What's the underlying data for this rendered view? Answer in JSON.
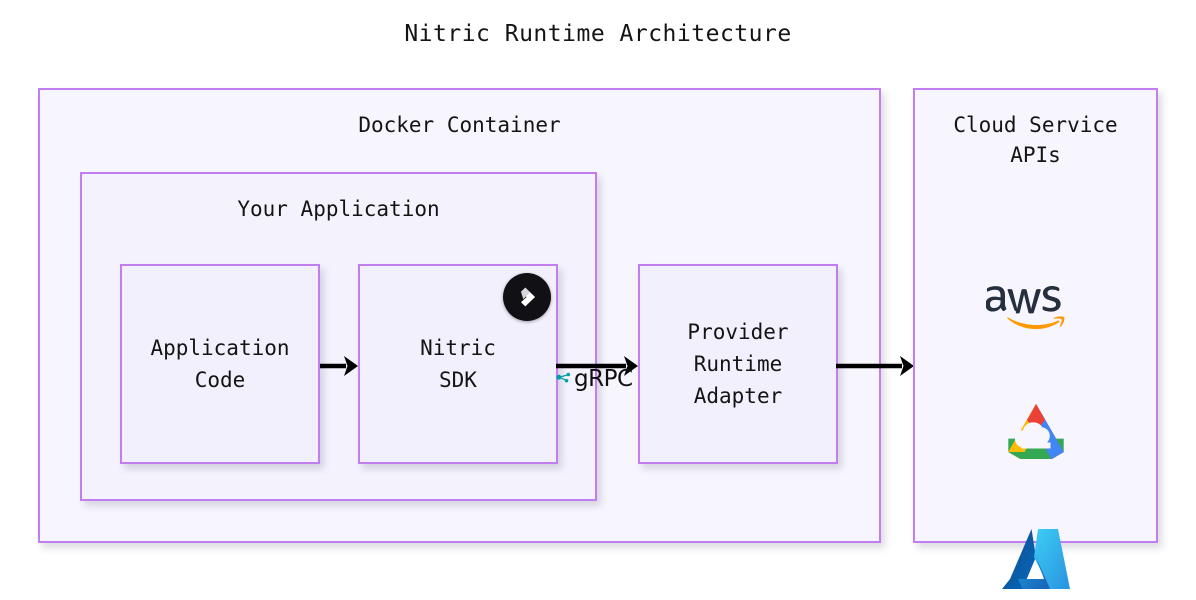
{
  "title": "Nitric Runtime Architecture",
  "docker_container": {
    "label": "Docker Container",
    "border_color": "#c07ef0",
    "fill_color": "#f7f6fe"
  },
  "your_application": {
    "label": "Your Application",
    "border_color": "#c07ef0",
    "fill_color": "#f4f3fd"
  },
  "boxes": [
    {
      "id": "application-code",
      "label": "Application\nCode"
    },
    {
      "id": "nitric-sdk",
      "label": "Nitric\nSDK",
      "badge_icon": "nitric-logo-icon"
    },
    {
      "id": "provider-runtime-adapter",
      "label": "Provider\nRuntime\nAdapter"
    }
  ],
  "connections": [
    {
      "id": "code-to-sdk",
      "label": "",
      "icon": "arrow-right-icon"
    },
    {
      "id": "sdk-to-adapter",
      "label": "gRPC",
      "icon": "arrow-right-icon",
      "badge_icon": "grpc-logo-icon"
    },
    {
      "id": "adapter-to-cloud",
      "label": "",
      "icon": "arrow-right-icon"
    }
  ],
  "grpc": {
    "label": "gRPC",
    "logo_color": "#00a0a6"
  },
  "cloud_service_apis": {
    "label": "Cloud Service\nAPIs",
    "logos": [
      {
        "id": "aws",
        "name": "aws-logo-icon",
        "text": "aws",
        "text_color": "#252f3e",
        "accent_color": "#ff9900"
      },
      {
        "id": "google-cloud",
        "name": "google-cloud-logo-icon",
        "colors": [
          "#ea4335",
          "#4285f4",
          "#34a853",
          "#fbbc05"
        ]
      },
      {
        "id": "azure",
        "name": "azure-logo-icon",
        "colors": [
          "#0f5ca8",
          "#2e9fe6",
          "#35c1f1"
        ]
      }
    ]
  },
  "colors": {
    "panel_border": "#c07ef0",
    "panel_fill": "#f7f6fe",
    "leaf_fill": "#f1f0fc",
    "arrow": "#000000",
    "text": "#141414",
    "background": "#ffffff"
  }
}
